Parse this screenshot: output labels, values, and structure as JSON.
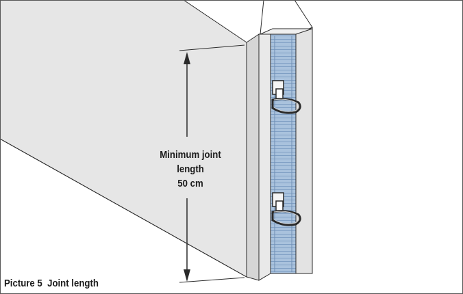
{
  "dimension": {
    "line1": "Minimum joint",
    "line2": "length",
    "line3": "50 cm"
  },
  "caption": {
    "label": "Picture 5",
    "text": "Joint length"
  },
  "colors": {
    "panel_face": "#e6e6e6",
    "panel_side": "#dedede",
    "joint_channel": "#a9c2dd",
    "outline": "#2a2a2a",
    "frame": "#555555"
  },
  "icons": [
    "dimension-arrow-up-icon",
    "dimension-arrow-down-icon",
    "connector-clip-icon"
  ]
}
